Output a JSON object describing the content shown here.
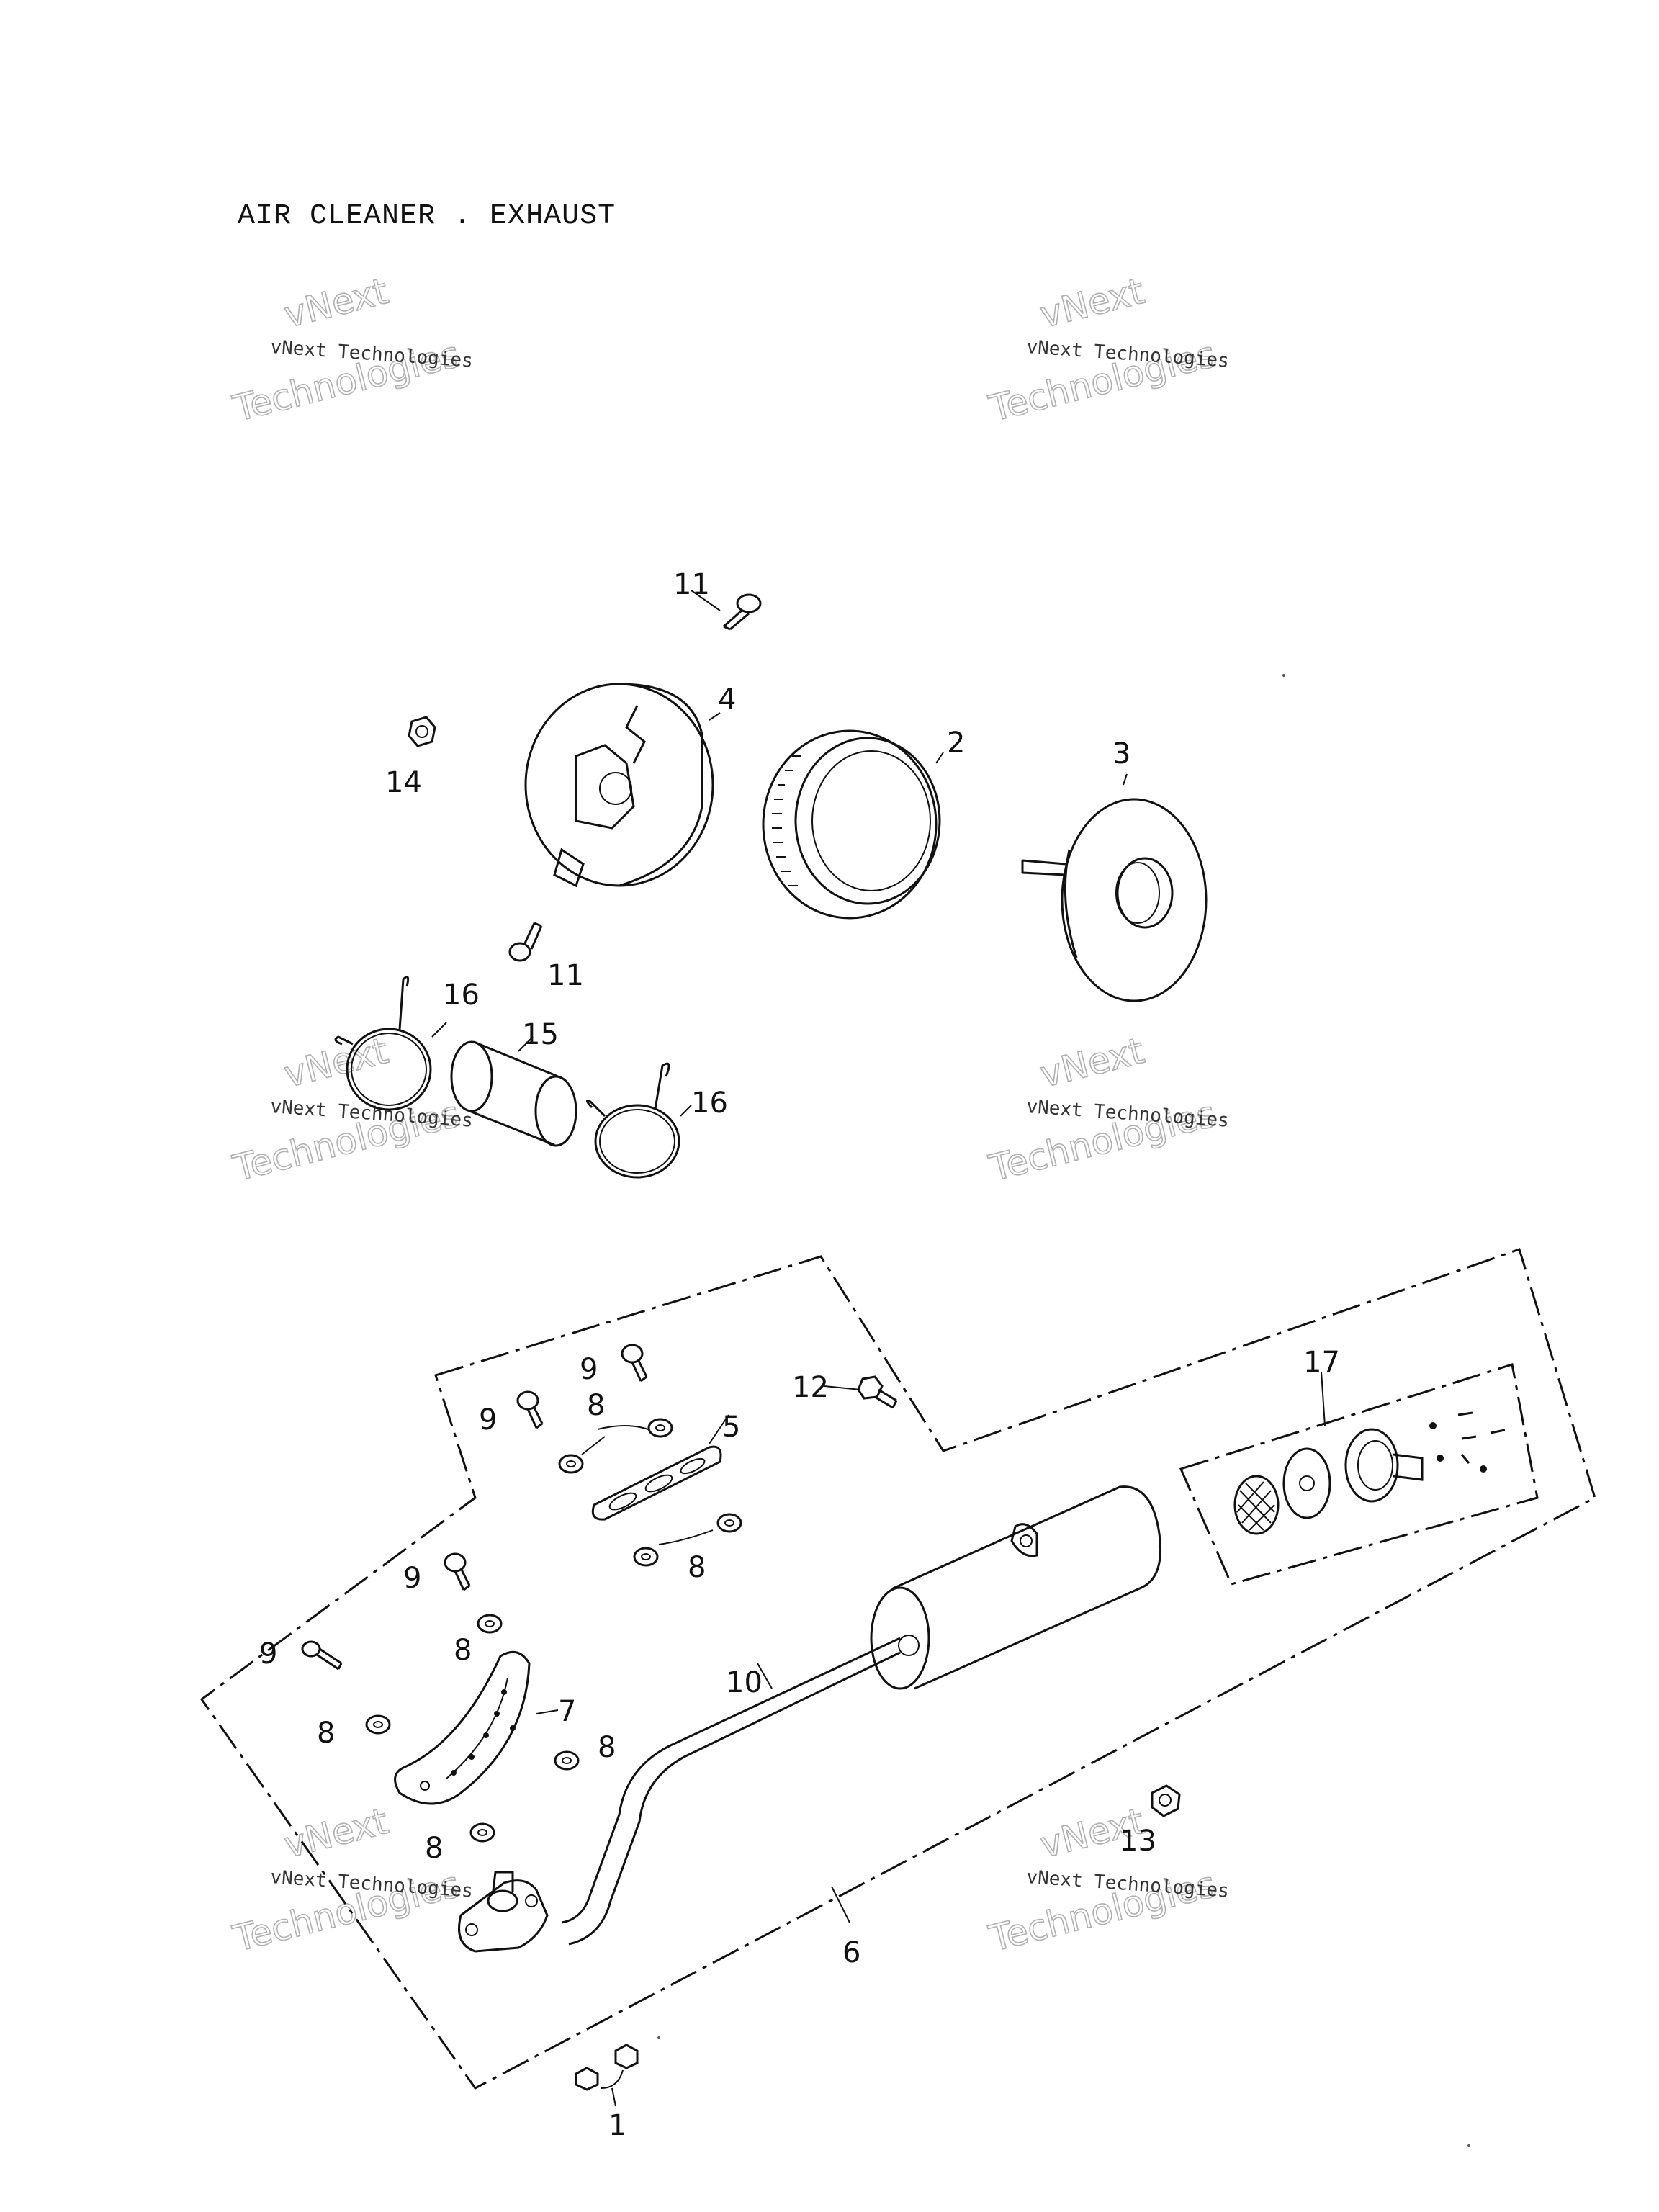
{
  "title": "AIR CLEANER . EXHAUST",
  "watermark": {
    "line1": "vNext Technologies",
    "line2": "vNext",
    "line3": "Technologies"
  },
  "callouts": {
    "p1": "1",
    "p2": "2",
    "p3": "3",
    "p4": "4",
    "p5": "5",
    "p6": "6",
    "p7": "7",
    "p8": "8",
    "p9": "9",
    "p10": "10",
    "p11": "11",
    "p12": "12",
    "p13": "13",
    "p14": "14",
    "p15": "15",
    "p16": "16",
    "p17": "17"
  }
}
